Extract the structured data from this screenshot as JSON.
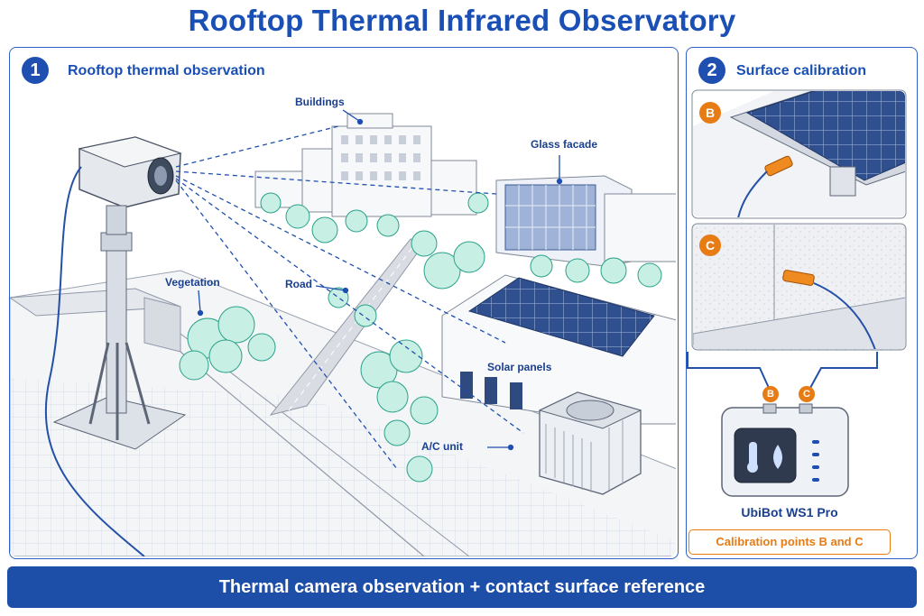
{
  "title": "Rooftop Thermal Infrared Observatory",
  "panel1": {
    "number": "1",
    "title": "Rooftop thermal observation"
  },
  "panel2": {
    "number": "2",
    "title": "Surface calibration"
  },
  "labels": {
    "buildings": "Buildings",
    "glass_facade": "Glass facade",
    "vegetation": "Vegetation",
    "road": "Road",
    "solar_panels": "Solar panels",
    "ac_unit": "A/C unit"
  },
  "calibration_points": {
    "b": "B",
    "c": "C"
  },
  "device_name": "UbiBot WS1 Pro",
  "calibration_note": "Calibration points B and C",
  "footer": "Thermal camera observation + contact surface reference",
  "colors": {
    "primary": "#1f4fb0",
    "accent": "#e77b14",
    "tree": "#3ab39a"
  }
}
